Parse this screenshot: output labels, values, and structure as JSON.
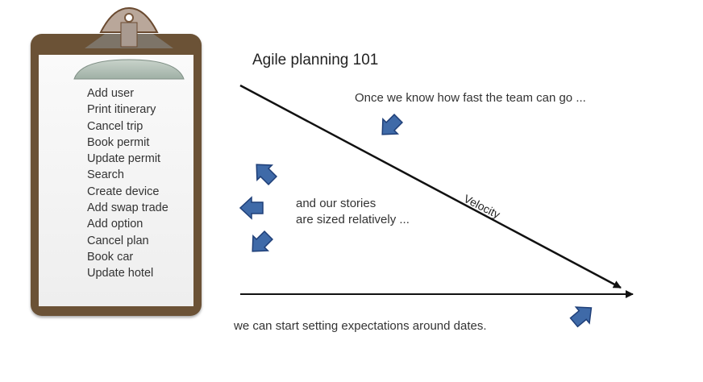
{
  "title": "Agile planning 101",
  "clipboard": {
    "stories": [
      "Add user",
      "Print itinerary",
      "Cancel trip",
      "Book permit",
      "Update permit",
      "Search",
      "Create device",
      "Add swap trade",
      "Add option",
      "Cancel plan",
      "Book car",
      "Update hotel"
    ]
  },
  "annotations": {
    "velocity_note": "Once we know how fast the team can go ...",
    "sizing_note_line1": "and our stories",
    "sizing_note_line2": "are sized relatively ...",
    "dates_note": "we can start setting expectations around dates.",
    "velocity_label": "Velocity"
  },
  "colors": {
    "arrow_fill": "#3f6aa8",
    "arrow_stroke": "#1f3f78",
    "board": "#6b5236",
    "line": "#111111"
  }
}
